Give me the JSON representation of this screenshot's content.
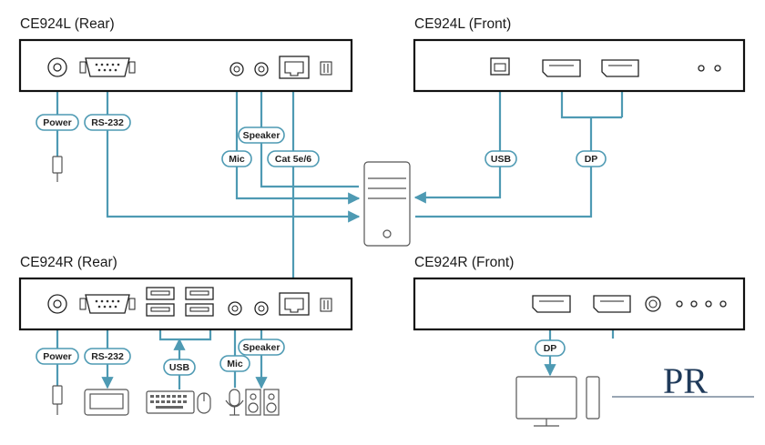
{
  "titles": {
    "l_rear": "CE924L (Rear)",
    "l_front": "CE924L (Front)",
    "r_rear": "CE924R (Rear)",
    "r_front": "CE924R (Front)"
  },
  "labels": {
    "power": "Power",
    "rs232": "RS-232",
    "speaker": "Speaker",
    "mic": "Mic",
    "cat": "Cat 5e/6",
    "usb": "USB",
    "dp": "DP"
  },
  "logo": {
    "text": "PR"
  },
  "colors": {
    "wire": "#4e9ab3",
    "device": "#555555",
    "box": "#111111"
  },
  "icons": [
    "power-jack-icon",
    "db9-serial-icon",
    "audio-jack-icon",
    "rj45-icon",
    "dip-switch-icon",
    "usb-b-icon",
    "displayport-icon",
    "usb-a-icon",
    "computer-tower-icon",
    "power-plug-icon",
    "terminal-icon",
    "keyboard-icon",
    "mouse-icon",
    "microphone-icon",
    "speakers-icon",
    "monitor-icon"
  ]
}
